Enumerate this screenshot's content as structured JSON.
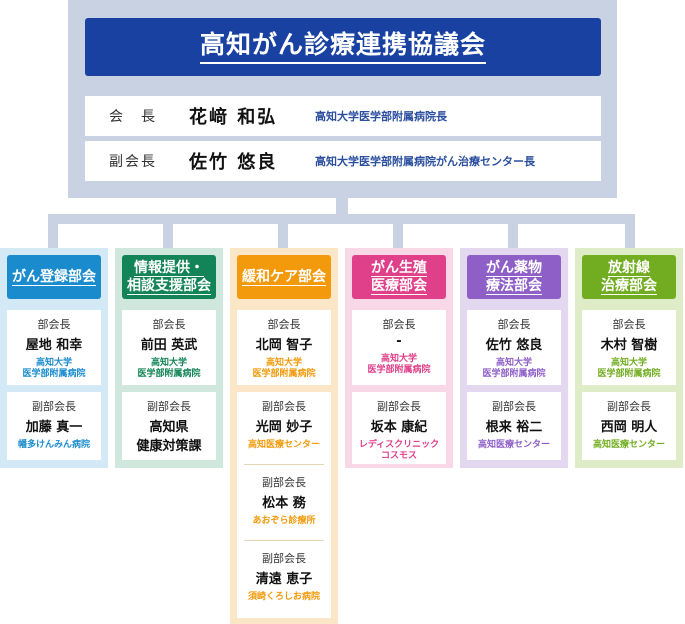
{
  "title": "高知がん診療連携協議会",
  "officers": [
    {
      "role": "会　長",
      "name": "花﨑 和弘",
      "affiliation": "高知大学医学部附属病院長"
    },
    {
      "role": "副会長",
      "name": "佐竹 悠良",
      "affiliation": "高知大学医学部附属病院がん治療センター長"
    }
  ],
  "colors": {
    "top_panel": "#c9d2e3",
    "title_bg": "#1841a2",
    "affiliation_text": "#2c4fa0"
  },
  "committees": [
    {
      "label_lines": [
        "がん登録部会"
      ],
      "bg": "#d4e9f6",
      "accent": "#1a8ccd",
      "members": [
        {
          "role": "部会長",
          "name": "屋地 和幸",
          "affiliation_lines": [
            "高知大学",
            "医学部附属病院"
          ]
        },
        {
          "role": "副部会長",
          "name": "加藤 真一",
          "affiliation_lines": [
            "幡多けんみん病院"
          ]
        }
      ]
    },
    {
      "label_lines": [
        "情報提供・",
        "相談支援部会"
      ],
      "bg": "#cfe7dd",
      "accent": "#138457",
      "members": [
        {
          "role": "部会長",
          "name": "前田 英武",
          "affiliation_lines": [
            "高知大学",
            "医学部附属病院"
          ]
        },
        {
          "role": "副部会長",
          "name": "高知県",
          "name2": "健康対策課",
          "affiliation_lines": []
        }
      ]
    },
    {
      "label_lines": [
        "緩和ケア部会"
      ],
      "bg": "#fbe7c7",
      "accent": "#f29a0b",
      "members": [
        {
          "role": "部会長",
          "name": "北岡 智子",
          "affiliation_lines": [
            "高知大学",
            "医学部附属病院"
          ]
        },
        {
          "role": "副部会長",
          "name": "光岡 妙子",
          "affiliation_lines": [
            "高知医療センター"
          ]
        },
        {
          "role": "副部会長",
          "name": "松本 務",
          "affiliation_lines": [
            "あおぞら診療所"
          ]
        },
        {
          "role": "副部会長",
          "name": "清遠 恵子",
          "affiliation_lines": [
            "須崎くろしお病院"
          ]
        }
      ]
    },
    {
      "label_lines": [
        "がん生殖",
        "医療部会"
      ],
      "bg": "#f8d7e6",
      "accent": "#e0408a",
      "members": [
        {
          "role": "部会長",
          "name": "-",
          "affiliation_lines": [
            "高知大学",
            "医学部附属病院"
          ]
        },
        {
          "role": "副部会長",
          "name": "坂本 康紀",
          "affiliation_lines": [
            "レディスクリニック",
            "コスモス"
          ]
        }
      ]
    },
    {
      "label_lines": [
        "がん薬物",
        "療法部会"
      ],
      "bg": "#e3d8f0",
      "accent": "#8e5fc7",
      "members": [
        {
          "role": "部会長",
          "name": "佐竹 悠良",
          "affiliation_lines": [
            "高知大学",
            "医学部附属病院"
          ]
        },
        {
          "role": "副部会長",
          "name": "根来 裕二",
          "affiliation_lines": [
            "高知医療センター"
          ]
        }
      ]
    },
    {
      "label_lines": [
        "放射線",
        "治療部会"
      ],
      "bg": "#deedc7",
      "accent": "#72ad21",
      "members": [
        {
          "role": "部会長",
          "name": "木村 智樹",
          "affiliation_lines": [
            "高知大学",
            "医学部附属病院"
          ]
        },
        {
          "role": "副部会長",
          "name": "西岡 明人",
          "affiliation_lines": [
            "高知医療センター"
          ]
        }
      ]
    }
  ]
}
